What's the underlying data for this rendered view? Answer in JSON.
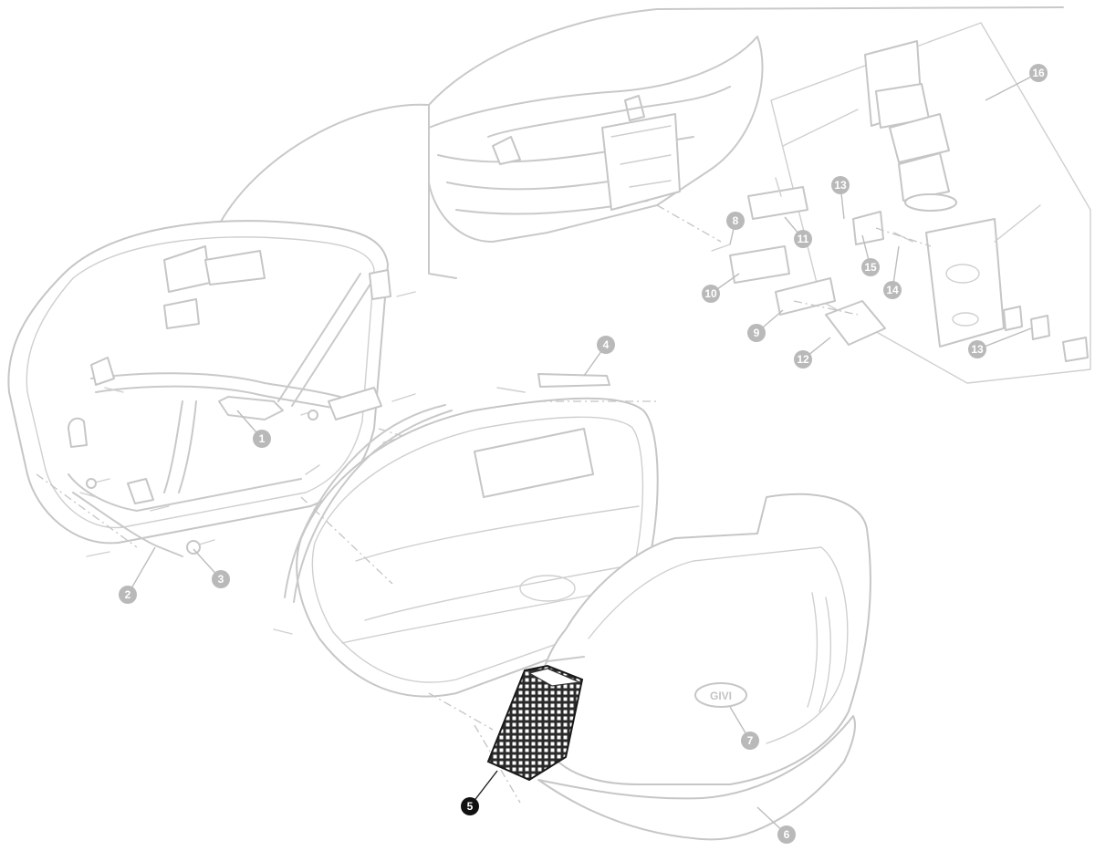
{
  "diagram": {
    "callouts": [
      {
        "label": "1"
      },
      {
        "label": "2"
      },
      {
        "label": "3"
      },
      {
        "label": "4"
      },
      {
        "label": "5",
        "highlighted": true
      },
      {
        "label": "6"
      },
      {
        "label": "7"
      },
      {
        "label": "8"
      },
      {
        "label": "9"
      },
      {
        "label": "10"
      },
      {
        "label": "11"
      },
      {
        "label": "12"
      },
      {
        "label": "13"
      },
      {
        "label": "13"
      },
      {
        "label": "14"
      },
      {
        "label": "15"
      },
      {
        "label": "16"
      }
    ],
    "logo_text": "GIVI",
    "colors": {
      "line": "#c9c9c9",
      "callout": "#b9b9b9",
      "highlight": "#111111",
      "grille": "#2a2a2a"
    }
  }
}
